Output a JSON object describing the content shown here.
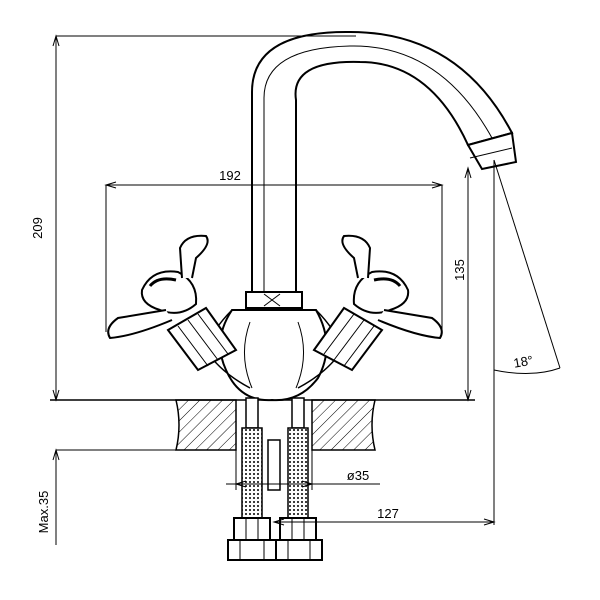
{
  "title": "Faucet technical drawing",
  "dimensions": {
    "height_total": "209",
    "width_handles": "192",
    "height_spout": "135",
    "spout_angle": "18°",
    "hole_diameter": "ø35",
    "reach": "127",
    "max_thickness": "Max.35"
  },
  "colors": {
    "ink": "#000000",
    "paper": "#ffffff"
  }
}
